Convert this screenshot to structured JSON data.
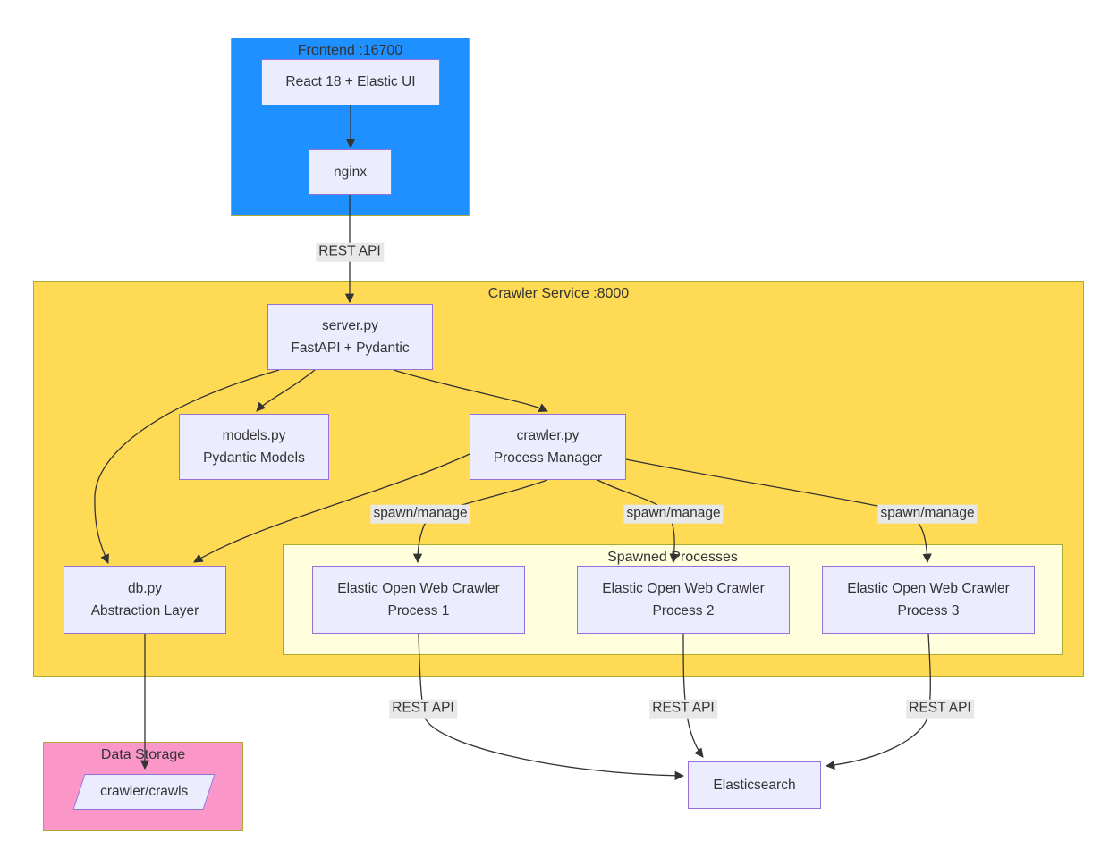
{
  "clusters": {
    "frontend": {
      "title": "Frontend :16700"
    },
    "service": {
      "title": "Crawler Service :8000"
    },
    "spawned": {
      "title": "Spawned Processes"
    },
    "storage": {
      "title": "Data Storage"
    }
  },
  "nodes": {
    "react": {
      "line1": "React 18 + Elastic UI"
    },
    "nginx": {
      "line1": "nginx"
    },
    "server": {
      "line1": "server.py",
      "line2": "FastAPI + Pydantic"
    },
    "models": {
      "line1": "models.py",
      "line2": "Pydantic Models"
    },
    "crawler": {
      "line1": "crawler.py",
      "line2": "Process Manager"
    },
    "db": {
      "line1": "db.py",
      "line2": "Abstraction Layer"
    },
    "p1": {
      "line1": "Elastic Open Web Crawler",
      "line2": "Process 1"
    },
    "p2": {
      "line1": "Elastic Open Web Crawler",
      "line2": "Process 2"
    },
    "p3": {
      "line1": "Elastic Open Web Crawler",
      "line2": "Process 3"
    },
    "es": {
      "line1": "Elasticsearch"
    },
    "crawls": {
      "line1": "crawler/crawls"
    }
  },
  "edge_labels": {
    "rest_api_top": "REST API",
    "spawn1": "spawn/manage",
    "spawn2": "spawn/manage",
    "spawn3": "spawn/manage",
    "rest1": "REST API",
    "rest2": "REST API",
    "rest3": "REST API"
  },
  "colors": {
    "frontend_fill": "#1E90FF",
    "service_fill": "#FFDA55",
    "spawned_fill": "#FFFFDE",
    "storage_fill": "#FA96C8",
    "node_fill": "#ECECFF",
    "node_border": "#9370DB",
    "cluster_border": "#AAAA33",
    "edge": "#333333",
    "label_bg": "#E8E8E8",
    "text": "#333333"
  }
}
